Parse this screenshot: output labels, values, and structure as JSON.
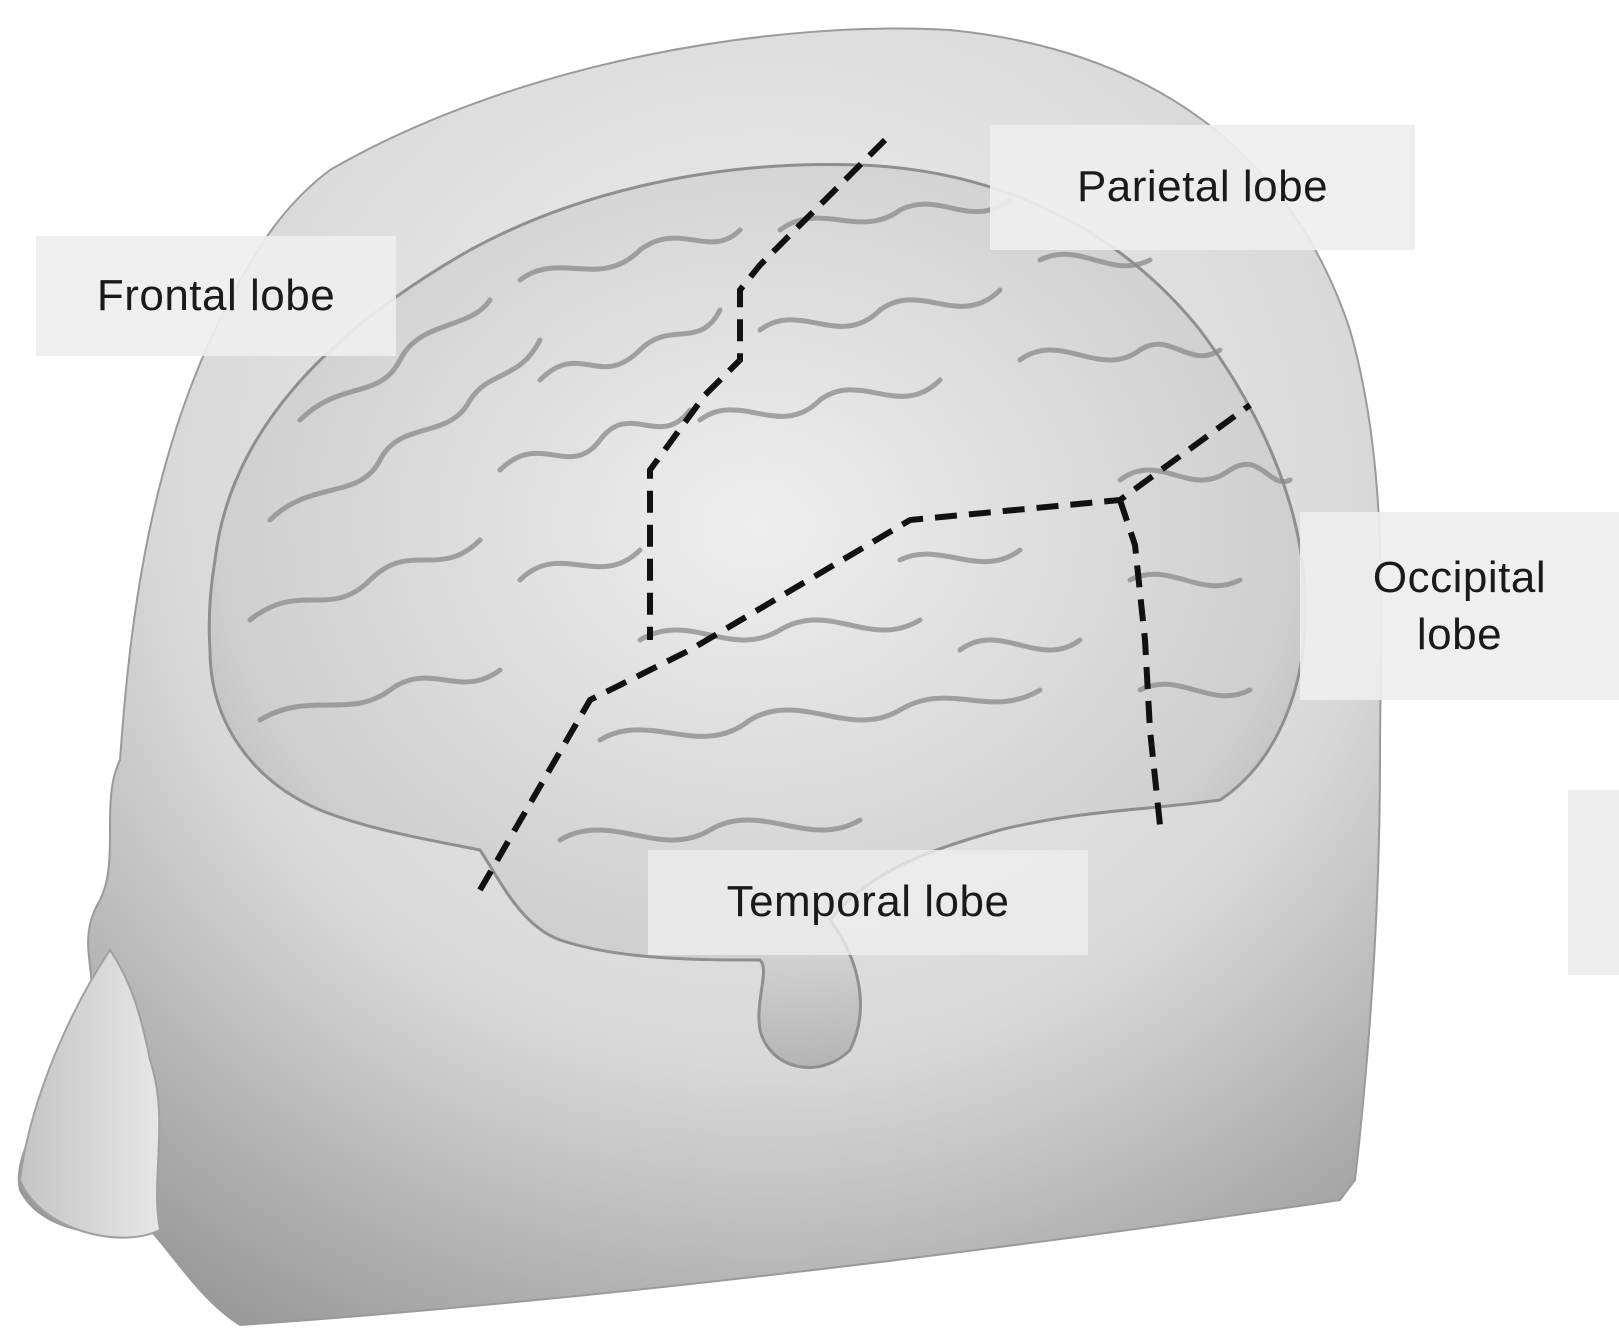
{
  "labels": {
    "frontal": "Frontal lobe",
    "parietal": "Parietal lobe",
    "occipital": "Occipital\nlobe",
    "temporal": "Temporal lobe"
  },
  "colors": {
    "background": "#ffffff",
    "head": "#d9d9d9",
    "brain": "#cfcfcf",
    "sulci": "#8a8a8a",
    "boundary_lines": "#111111",
    "label_box": "#eeeeee"
  }
}
